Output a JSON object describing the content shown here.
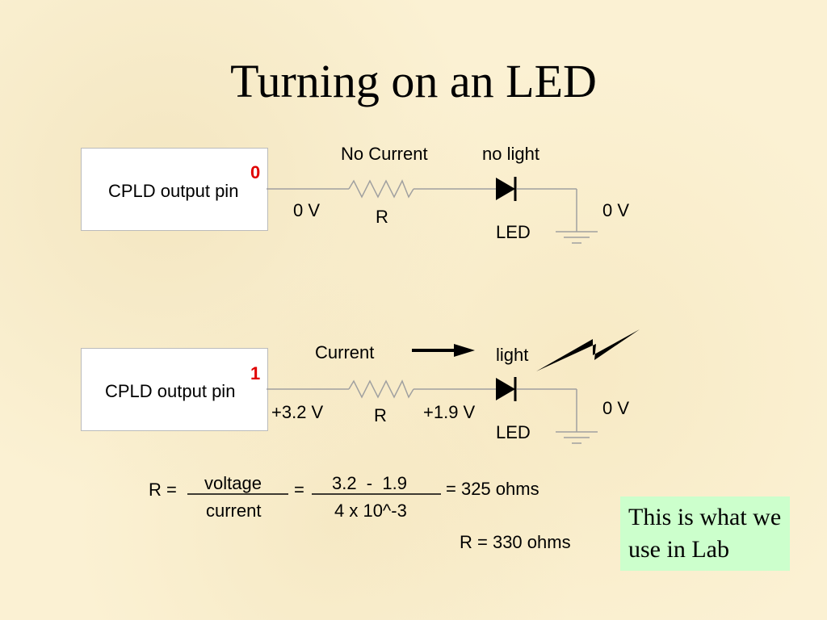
{
  "slide": {
    "title": "Turning on an LED"
  },
  "circuit_off": {
    "pin_label": "CPLD output pin",
    "pin_state": "0",
    "left_voltage": "0 V",
    "current_label": "No Current",
    "resistor_label": "R",
    "light_label": "no light",
    "led_label": "LED",
    "right_voltage": "0 V"
  },
  "circuit_on": {
    "pin_label": "CPLD output pin",
    "pin_state": "1",
    "left_voltage": "+3.2 V",
    "current_label": "Current",
    "resistor_label": "R",
    "led_voltage": "+1.9 V",
    "light_label": "light",
    "led_label": "LED",
    "right_voltage": "0 V"
  },
  "formula": {
    "lhs": "R =",
    "numerator": "voltage",
    "denominator": "current",
    "equals": "=",
    "numerator_values": "3.2  -  1.9",
    "denominator_values": "4 x 10^-3",
    "result": "= 325 ohms",
    "chosen": "R = 330 ohms"
  },
  "note": {
    "text": "This is what we use in Lab",
    "background": "#ccffcc"
  },
  "colors": {
    "pin_state": "#e00000",
    "wire": "#a0a0a0"
  }
}
